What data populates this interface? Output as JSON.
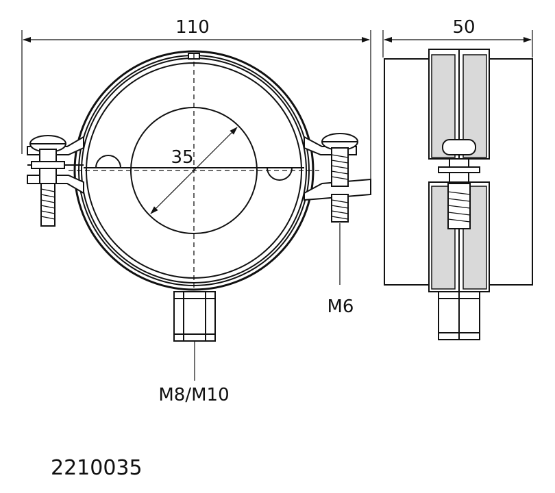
{
  "dimensions": {
    "overall_width": "110",
    "side_width": "50",
    "inner_diameter": "35"
  },
  "labels": {
    "screw_thread": "M6",
    "nut_thread": "M8/M10"
  },
  "part_number": "2210035",
  "colors": {
    "line": "#111111",
    "background": "#ffffff",
    "shade": "#d9d9d9"
  }
}
